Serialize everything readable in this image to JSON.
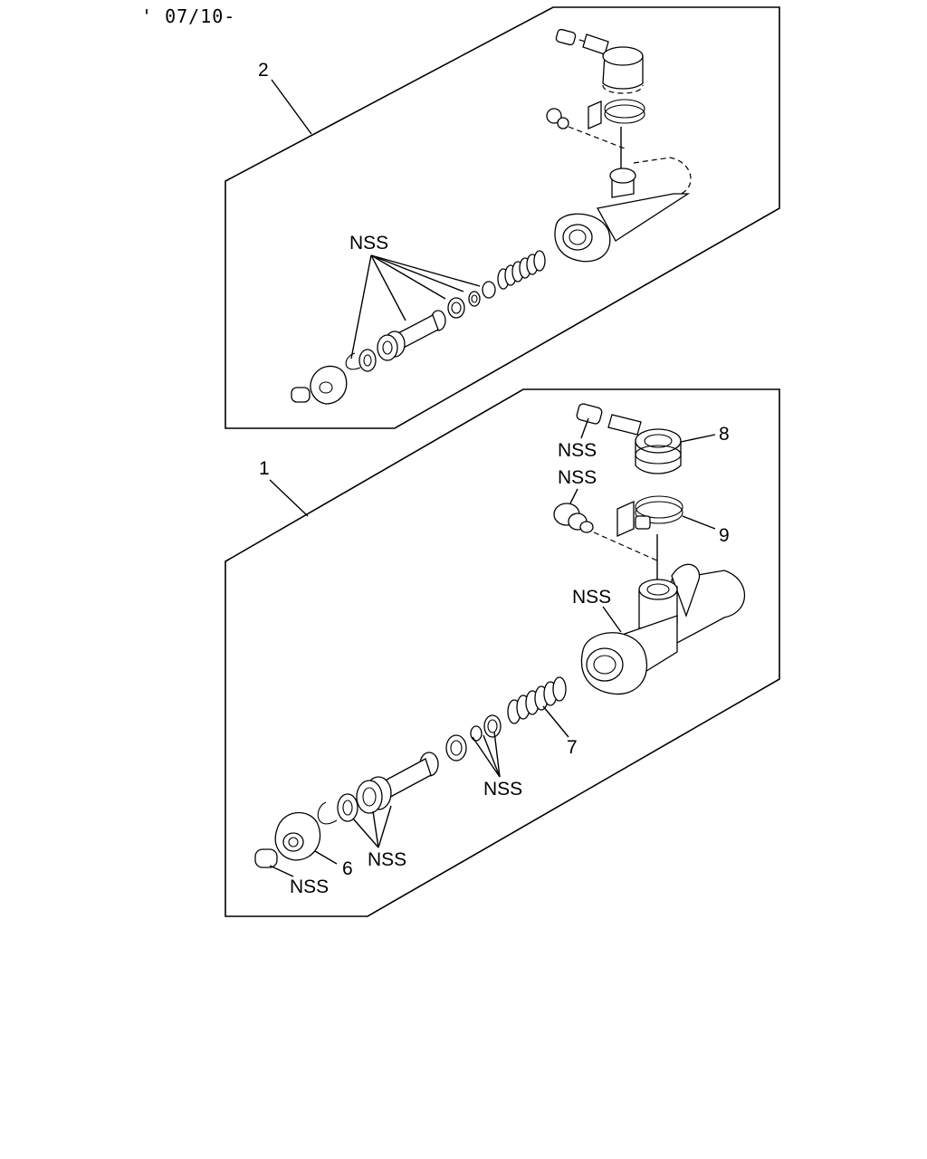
{
  "header": {
    "date_code": "' 07/10-"
  },
  "assemblies": [
    {
      "ref": "2",
      "callouts": [
        {
          "label": "NSS"
        }
      ]
    },
    {
      "ref": "1",
      "callouts": [
        {
          "label": "8"
        },
        {
          "label": "NSS"
        },
        {
          "label": "NSS"
        },
        {
          "label": "9"
        },
        {
          "label": "NSS"
        },
        {
          "label": "7"
        },
        {
          "label": "NSS"
        },
        {
          "label": "NSS"
        },
        {
          "label": "6"
        },
        {
          "label": "NSS"
        }
      ]
    }
  ]
}
